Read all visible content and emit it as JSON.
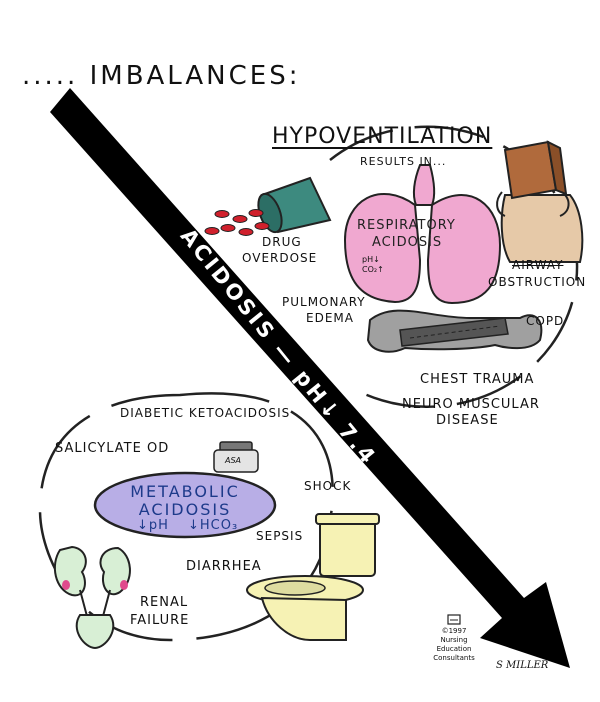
{
  "title": "..... IMBALANCES:",
  "arrow_label": "ACIDOSIS — pH↓ 7.4",
  "respiratory": {
    "heading": "HYPOVENTILATION",
    "results_in": "RESULTS IN...",
    "lungs_title_line1": "RESPIRATORY",
    "lungs_title_line2": "ACIDOSIS",
    "lungs_ph": "pH↓",
    "lungs_co2": "CO₂↑",
    "causes": {
      "drug_overdose_line1": "DRUG",
      "drug_overdose_line2": "OVERDOSE",
      "airway_line1": "AIRWAY",
      "airway_line2": "OBSTRUCTION",
      "pulmonary_line1": "PULMONARY",
      "pulmonary_line2": "EDEMA",
      "copd": "COPD",
      "chest_trauma": "CHEST TRAUMA",
      "neuro_line1": "NEURO MUSCULAR",
      "neuro_line2": "DISEASE"
    }
  },
  "metabolic": {
    "title_line1": "METABOLIC",
    "title_line2": "ACIDOSIS",
    "ph": "↓pH",
    "hco3": "↓HCO₃",
    "causes": {
      "diabetic": "DIABETIC KETOACIDOSIS",
      "salicylate": "SALICYLATE OD",
      "asa_label": "ASA",
      "shock": "SHOCK",
      "sepsis": "SEPSIS",
      "diarrhea": "DIARRHEA",
      "renal_line1": "RENAL",
      "renal_line2": "FAILURE"
    }
  },
  "copyright_line1": "©1997",
  "copyright_line2": "Nursing",
  "copyright_line3": "Education",
  "copyright_line4": "Consultants",
  "signature": "S MILLER",
  "colors": {
    "arrow": "#000000",
    "lungs": "#f0a8d0",
    "metabolic_oval": "#b8aee6",
    "metabolic_text": "#1d3a8a",
    "cup": "#3d8a7f",
    "pills": "#d0202c",
    "toilet": "#f6f2b4",
    "kidneys": "#d8efd5",
    "person": "#e6c9a8",
    "box": "#b06a3c",
    "body_gray": "#a0a0a0"
  }
}
